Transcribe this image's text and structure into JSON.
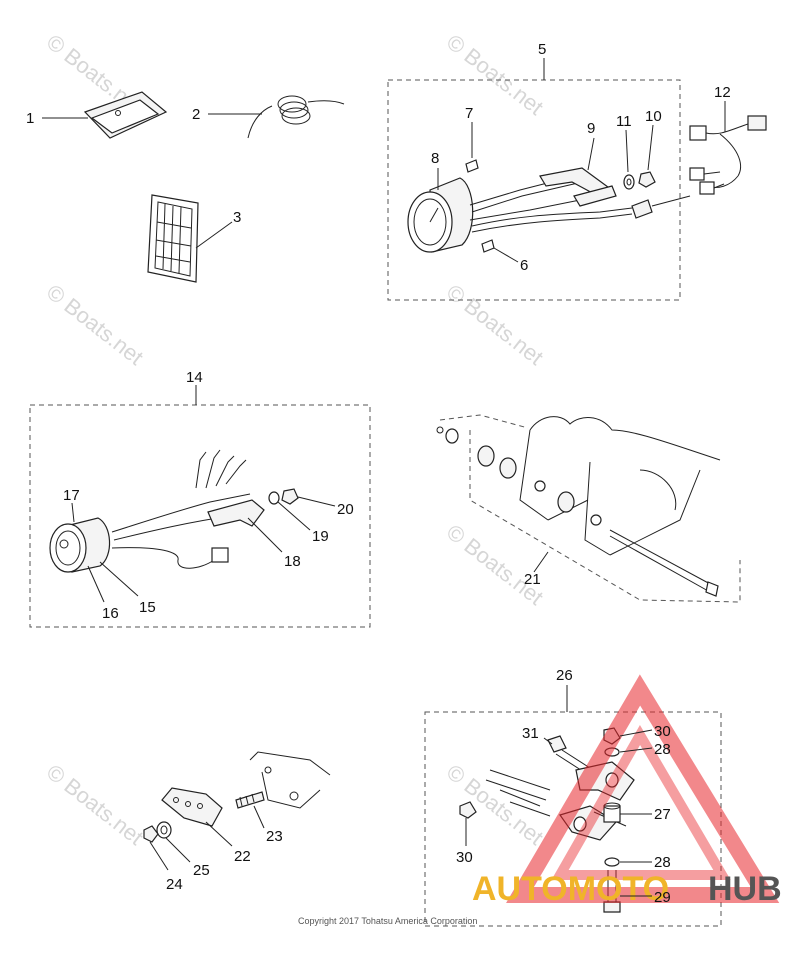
{
  "watermark": {
    "text": "© Boats.net"
  },
  "copyright": "Copyright 2017 Tohatsu America Corporation",
  "logo": {
    "word1": "AUTOMOTO",
    "word2": "HUB",
    "colors": {
      "triangle": "#e8272c",
      "auto": "#f0b429",
      "hub": "#555555"
    }
  },
  "labels": {
    "l1": "1",
    "l2": "2",
    "l3": "3",
    "l5": "5",
    "l6": "6",
    "l7": "7",
    "l8": "8",
    "l9": "9",
    "l10": "10",
    "l11": "11",
    "l12": "12",
    "l14": "14",
    "l15": "15",
    "l16": "16",
    "l17": "17",
    "l18": "18",
    "l19": "19",
    "l20": "20",
    "l21": "21",
    "l22": "22",
    "l23": "23",
    "l24": "24",
    "l25": "25",
    "l26": "26",
    "l27": "27",
    "l28a": "28",
    "l28b": "28",
    "l29": "29",
    "l30a": "30",
    "l30b": "30",
    "l31": "31"
  }
}
